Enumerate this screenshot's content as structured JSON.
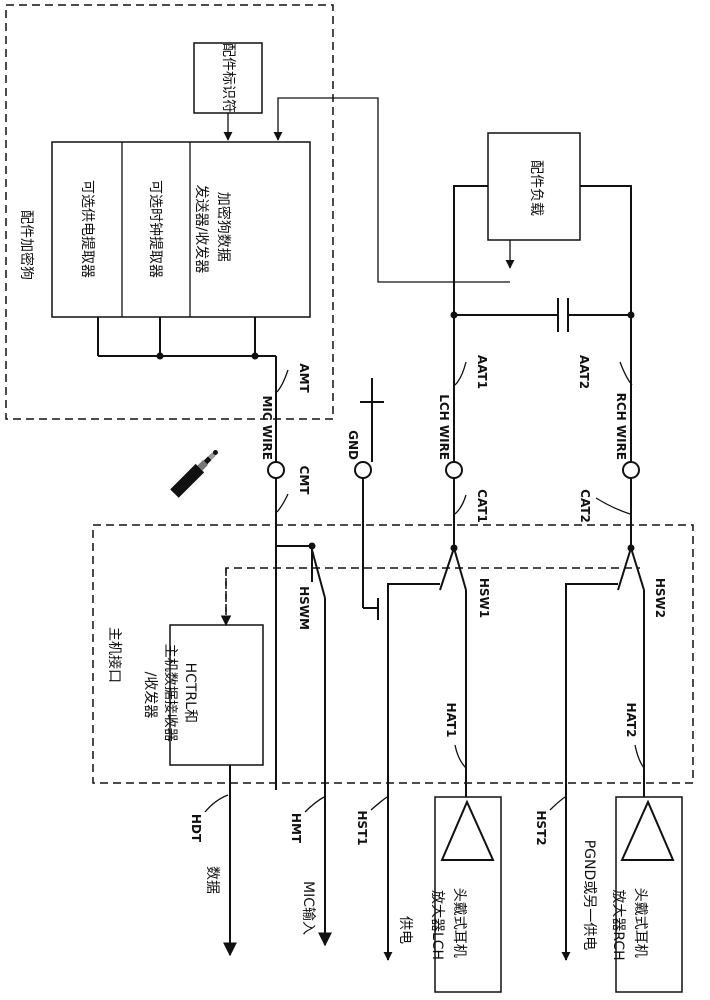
{
  "blocks": {
    "dongle": "配件加密狗",
    "accessory_id": "配件标识符",
    "power_extractor": "可选供电提取器",
    "clock_extractor": "可选时钟提取器",
    "data_transceiver": "加密狗数据发送器/收发器",
    "accessory_load": "配件负载",
    "host_interface": "主机接口",
    "host_transceiver": "HCTRL和主机数据接收器/收发器",
    "lch_amp": "头戴式耳机放大器LCH",
    "rch_amp": "头戴式耳机放大器RCH"
  },
  "labels": {
    "amt": "AMT",
    "mic_wire": "MIC WIRE",
    "cmt": "CMT",
    "gnd": "GND",
    "lch_wire": "LCH WIRE",
    "rch_wire": "RCH WIRE",
    "aat1": "AAT1",
    "aat2": "AAT2",
    "cat1": "CAT1",
    "cat2": "CAT2",
    "hswm": "HSWM",
    "hsw1": "HSW1",
    "hsw2": "HSW2",
    "hat1": "HAT1",
    "hat2": "HAT2",
    "hdt": "HDT",
    "hmt": "HMT",
    "hst1": "HST1",
    "hst2": "HST2"
  },
  "signals": {
    "data": "数据",
    "mic_in": "MIC输入",
    "power": "供电",
    "pgnd": "PGND或另一供电"
  }
}
